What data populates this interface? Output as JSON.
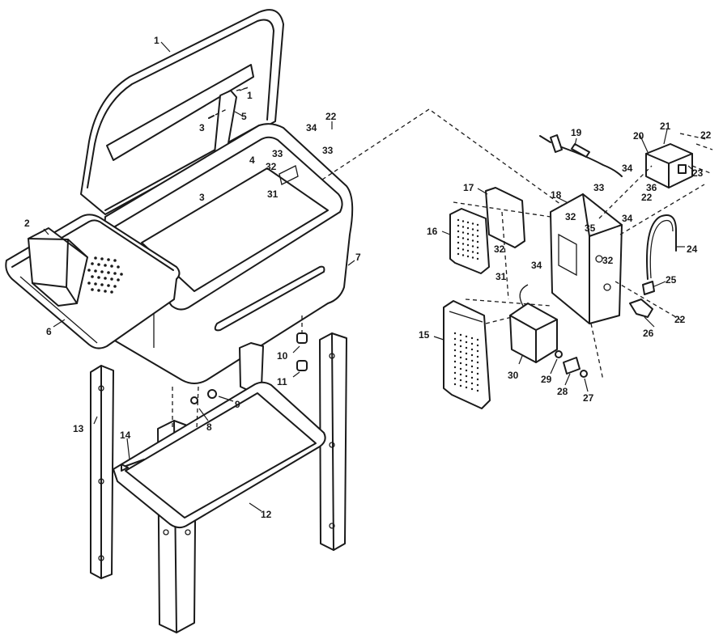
{
  "callouts": [
    {
      "id": "c1a",
      "text": "1"
    },
    {
      "id": "c1b",
      "text": "1"
    },
    {
      "id": "c2",
      "text": "2"
    },
    {
      "id": "c3a",
      "text": "3"
    },
    {
      "id": "c3b",
      "text": "3"
    },
    {
      "id": "c4",
      "text": "4"
    },
    {
      "id": "c5",
      "text": "5"
    },
    {
      "id": "c6",
      "text": "6"
    },
    {
      "id": "c7",
      "text": "7"
    },
    {
      "id": "c8",
      "text": "8"
    },
    {
      "id": "c9",
      "text": "9"
    },
    {
      "id": "c10",
      "text": "10"
    },
    {
      "id": "c11",
      "text": "11"
    },
    {
      "id": "c12",
      "text": "12"
    },
    {
      "id": "c13",
      "text": "13"
    },
    {
      "id": "c14",
      "text": "14"
    },
    {
      "id": "c15",
      "text": "15"
    },
    {
      "id": "c16",
      "text": "16"
    },
    {
      "id": "c17",
      "text": "17"
    },
    {
      "id": "c18",
      "text": "18"
    },
    {
      "id": "c19",
      "text": "19"
    },
    {
      "id": "c20",
      "text": "20"
    },
    {
      "id": "c21",
      "text": "21"
    },
    {
      "id": "c22a",
      "text": "22"
    },
    {
      "id": "c22b",
      "text": "22"
    },
    {
      "id": "c22c",
      "text": "22"
    },
    {
      "id": "c22d",
      "text": "22"
    },
    {
      "id": "c23",
      "text": "23"
    },
    {
      "id": "c24",
      "text": "24"
    },
    {
      "id": "c25",
      "text": "25"
    },
    {
      "id": "c26",
      "text": "26"
    },
    {
      "id": "c27",
      "text": "27"
    },
    {
      "id": "c28",
      "text": "28"
    },
    {
      "id": "c29",
      "text": "29"
    },
    {
      "id": "c30",
      "text": "30"
    },
    {
      "id": "c31a",
      "text": "31"
    },
    {
      "id": "c31b",
      "text": "31"
    },
    {
      "id": "c32a",
      "text": "32"
    },
    {
      "id": "c32b",
      "text": "32"
    },
    {
      "id": "c32c",
      "text": "32"
    },
    {
      "id": "c32d",
      "text": "32"
    },
    {
      "id": "c33a",
      "text": "33"
    },
    {
      "id": "c33b",
      "text": "33"
    },
    {
      "id": "c33c",
      "text": "33"
    },
    {
      "id": "c34a",
      "text": "34"
    },
    {
      "id": "c34b",
      "text": "34"
    },
    {
      "id": "c34c",
      "text": "34"
    },
    {
      "id": "c34d",
      "text": "34"
    },
    {
      "id": "c35",
      "text": "35"
    },
    {
      "id": "c36",
      "text": "36"
    }
  ]
}
